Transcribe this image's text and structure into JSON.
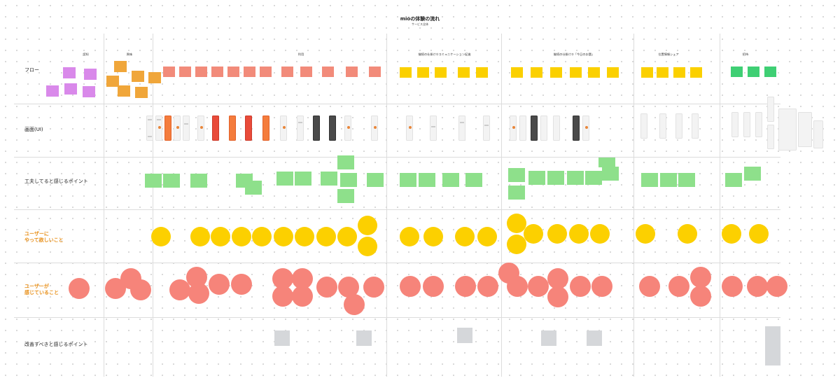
{
  "header": {
    "title": "mioの体験の流れ",
    "subtitle": "サービス全体"
  },
  "phases": [
    "認知",
    "興味",
    "利用",
    "継続の仕掛け①コミュニケーション促進",
    "継続の仕掛け②「今日のお題」",
    "位置情報シェア",
    "招待"
  ],
  "rows": [
    "フロー",
    "画面(UI)",
    "工夫してると感じるポイント",
    "ユーザーに\nやって欲しいこと",
    "ユーザーが\n感じていること",
    "改善すべきと感じるポイント"
  ],
  "colors": {
    "orange_label": "#e8901a",
    "pink": "#d989ea",
    "salmon": "#f28b7a",
    "orange": "#f0a63a",
    "yellow": "#fbd000",
    "green": "#8ee08b",
    "bright_green": "#3fcf74",
    "gray": "#d5d7da",
    "circle_red": "#f6847a"
  }
}
